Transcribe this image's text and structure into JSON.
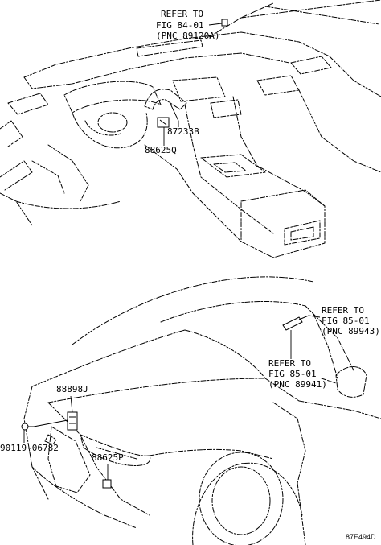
{
  "interior": {
    "ref_fig84": {
      "line1": "REFER TO",
      "line2": "FIG 84-01",
      "line3": "(PNC 89120A)"
    },
    "part_87233B": "87233B",
    "part_88625Q": "88625Q"
  },
  "exterior": {
    "ref_fig85_a": {
      "line1": "REFER TO",
      "line2": "FIG 85-01",
      "line3": "(PNC 89943)"
    },
    "ref_fig85_b": {
      "line1": "REFER TO",
      "line2": "FIG 85-01",
      "line3": "(PNC 89941)"
    },
    "part_88898J": "88898J",
    "part_90119": "90119-06782",
    "part_88625P": "88625P"
  },
  "diagram_code": "87E494D"
}
